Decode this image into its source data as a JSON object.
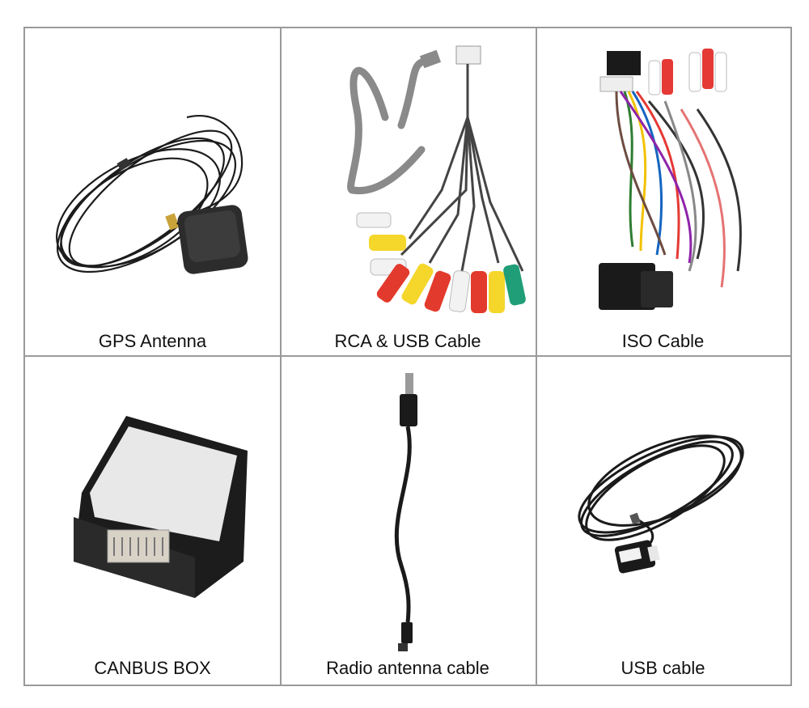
{
  "products": [
    {
      "label": "GPS Antenna",
      "icon": "gps-antenna-icon"
    },
    {
      "label": "RCA & USB Cable",
      "icon": "rca-usb-cable-icon"
    },
    {
      "label": "ISO Cable",
      "icon": "iso-cable-icon"
    },
    {
      "label": "CANBUS BOX",
      "icon": "canbus-box-icon"
    },
    {
      "label": "Radio antenna cable",
      "icon": "radio-antenna-cable-icon"
    },
    {
      "label": "USB cable",
      "icon": "usb-cable-icon"
    }
  ],
  "colors": {
    "border": "#9a9a9a",
    "text": "#111111",
    "cable": "#1a1a1a"
  }
}
